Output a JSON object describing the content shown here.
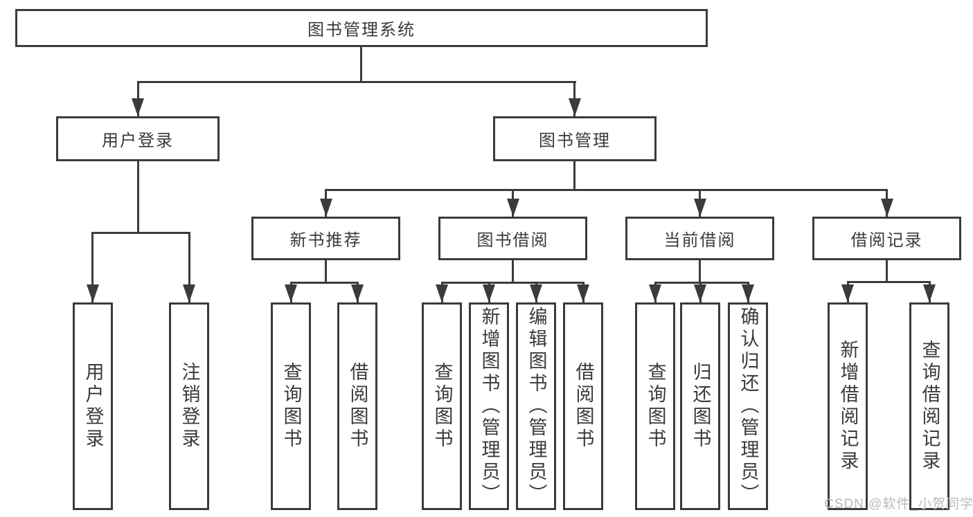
{
  "diagram": {
    "root": {
      "label": "图书管理系统"
    },
    "level2": [
      {
        "label": "用户登录"
      },
      {
        "label": "图书管理"
      }
    ],
    "login_children": [
      {
        "label": "用户登录"
      },
      {
        "label": "注销登录"
      }
    ],
    "mgmt_children": [
      {
        "label": "新书推荐"
      },
      {
        "label": "图书借阅"
      },
      {
        "label": "当前借阅"
      },
      {
        "label": "借阅记录"
      }
    ],
    "new_book_children": [
      {
        "label": "查询图书"
      },
      {
        "label": "借阅图书"
      }
    ],
    "borrow_children": [
      {
        "label": "查询图书"
      },
      {
        "label": "新增图书（管理员）"
      },
      {
        "label": "编辑图书（管理员）"
      },
      {
        "label": "借阅图书"
      }
    ],
    "current_children": [
      {
        "label": "查询图书"
      },
      {
        "label": "归还图书"
      },
      {
        "label": "确认归还（管理员）"
      }
    ],
    "record_children": [
      {
        "label": "新增借阅记录"
      },
      {
        "label": "查询借阅记录"
      }
    ]
  },
  "watermark": {
    "text": "CSDN @软件_小贺同学"
  },
  "colors": {
    "line": "#3b3b3b",
    "text": "#3a3a3a",
    "watermark": "#b9b9b9",
    "background": "#ffffff"
  }
}
